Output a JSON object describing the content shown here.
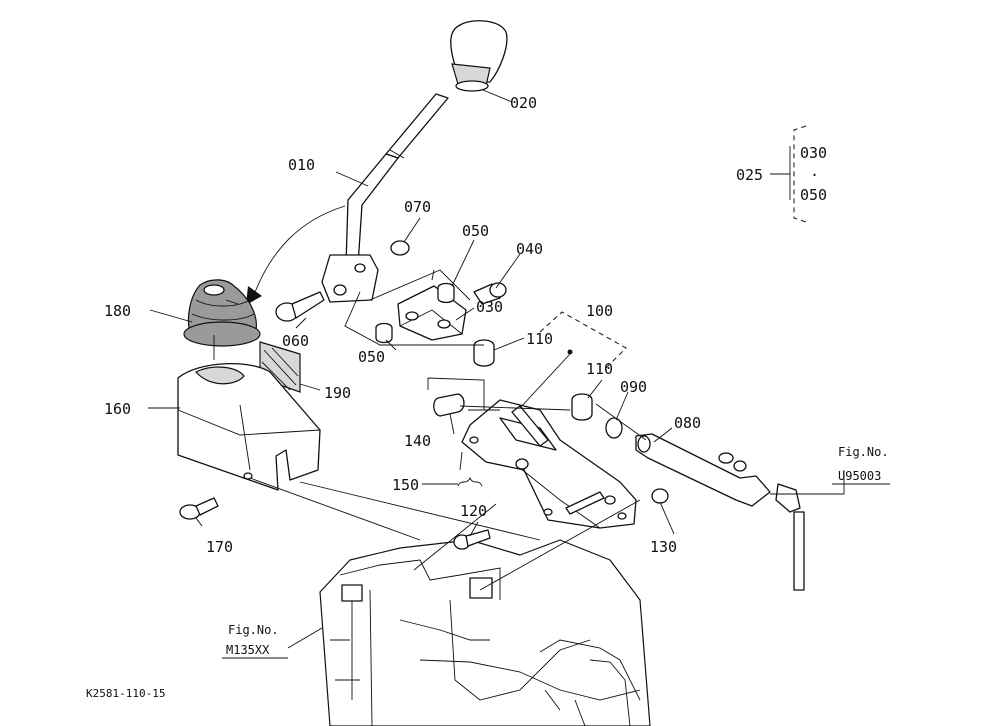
{
  "callouts": {
    "p010": "010",
    "p020": "020",
    "p025": "025",
    "p030_group": "030",
    "p050_group": "050",
    "p030": "030",
    "p040": "040",
    "p050a": "050",
    "p050b": "050",
    "p060": "060",
    "p070": "070",
    "p080": "080",
    "p090": "090",
    "p100": "100",
    "p110a": "110",
    "p110b": "110",
    "p120": "120",
    "p130": "130",
    "p140": "140",
    "p150": "150",
    "p160": "160",
    "p170": "170",
    "p180": "180",
    "p190": "190"
  },
  "group_separator": "·",
  "fig_refs": {
    "right_label": "Fig.No.",
    "right_code": "U95003",
    "left_label": "Fig.No.",
    "left_code": "M135XX"
  },
  "drawing_code": "K2581-110-15"
}
